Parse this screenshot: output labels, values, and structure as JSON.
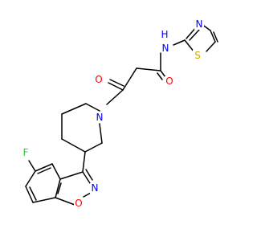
{
  "molecule": {
    "atoms": {
      "N_amide_H": {
        "label": "N",
        "color": "#0000ff"
      },
      "H_amide": {
        "label": "H",
        "color": "#0000ff"
      },
      "N_thiazole": {
        "label": "N",
        "color": "#0000ff"
      },
      "S_thiazole": {
        "label": "S",
        "color": "#c8a800"
      },
      "O_amide": {
        "label": "O",
        "color": "#ff0000"
      },
      "O_ketone": {
        "label": "O",
        "color": "#ff0000"
      },
      "N_piperidine": {
        "label": "N",
        "color": "#0000ff"
      },
      "F": {
        "label": "F",
        "color": "#33cc33"
      },
      "N_isoxazole": {
        "label": "N",
        "color": "#0000ff"
      },
      "O_isoxazole": {
        "label": "O",
        "color": "#ff0000"
      }
    },
    "bond_color": "#000000",
    "background": "#ffffff"
  }
}
